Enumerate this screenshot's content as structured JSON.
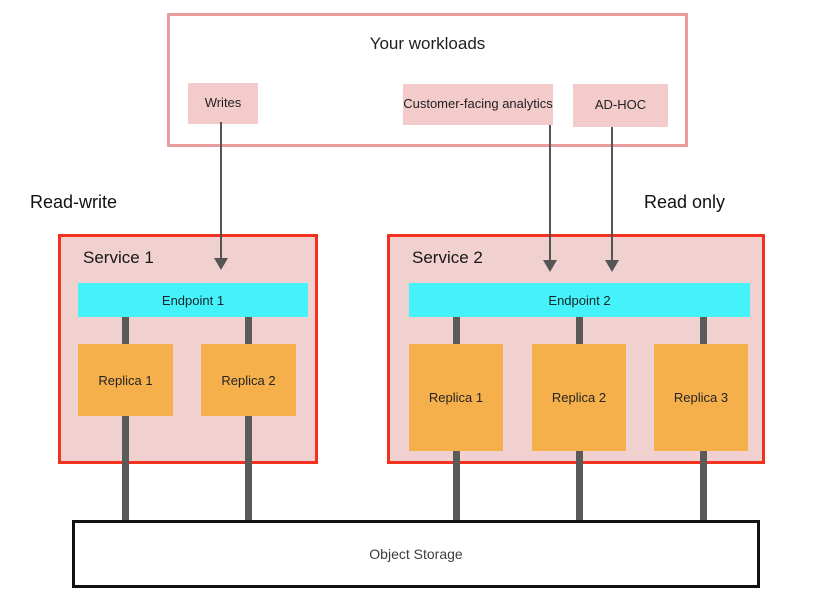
{
  "workloads": {
    "title": "Your workloads",
    "items": [
      {
        "label": "Writes"
      },
      {
        "label": "Customer-facing analytics"
      },
      {
        "label": "AD-HOC"
      }
    ]
  },
  "labels": {
    "read_write": "Read-write",
    "read_only": "Read only"
  },
  "services": [
    {
      "name": "Service 1",
      "endpoint": "Endpoint 1",
      "replicas": [
        "Replica 1",
        "Replica 2"
      ]
    },
    {
      "name": "Service 2",
      "endpoint": "Endpoint 2",
      "replicas": [
        "Replica 1",
        "Replica 2",
        "Replica 3"
      ]
    }
  ],
  "storage": {
    "label": "Object Storage"
  },
  "edges": [
    {
      "from": "Writes",
      "to": "Endpoint 1",
      "style": "arrow"
    },
    {
      "from": "Customer-facing analytics",
      "to": "Endpoint 2",
      "style": "arrow"
    },
    {
      "from": "AD-HOC",
      "to": "Endpoint 2",
      "style": "arrow"
    },
    {
      "from": "Endpoint 1",
      "to": "Service 1 / Replica 1",
      "style": "thick-connector"
    },
    {
      "from": "Endpoint 1",
      "to": "Service 1 / Replica 2",
      "style": "thick-connector"
    },
    {
      "from": "Endpoint 2",
      "to": "Service 2 / Replica 1",
      "style": "thick-connector"
    },
    {
      "from": "Endpoint 2",
      "to": "Service 2 / Replica 2",
      "style": "thick-connector"
    },
    {
      "from": "Endpoint 2",
      "to": "Service 2 / Replica 3",
      "style": "thick-connector"
    },
    {
      "from": "Service 1 / Replica 1",
      "to": "Object Storage",
      "style": "thick-connector"
    },
    {
      "from": "Service 1 / Replica 2",
      "to": "Object Storage",
      "style": "thick-connector"
    },
    {
      "from": "Service 2 / Replica 1",
      "to": "Object Storage",
      "style": "thick-connector"
    },
    {
      "from": "Service 2 / Replica 2",
      "to": "Object Storage",
      "style": "thick-connector"
    },
    {
      "from": "Service 2 / Replica 3",
      "to": "Object Storage",
      "style": "thick-connector"
    }
  ],
  "colors": {
    "workloads_border": "#e89c9c",
    "workload_chip_fill": "#f3cbcb",
    "service_border": "#f2311f",
    "service_fill": "#f1d1d0",
    "endpoint_fill": "#45f2fa",
    "replica_fill": "#f5b04c",
    "connector_gray": "#5a5a5a",
    "arrow_gray": "#555555",
    "storage_border": "#111111",
    "background": "#ffffff"
  }
}
